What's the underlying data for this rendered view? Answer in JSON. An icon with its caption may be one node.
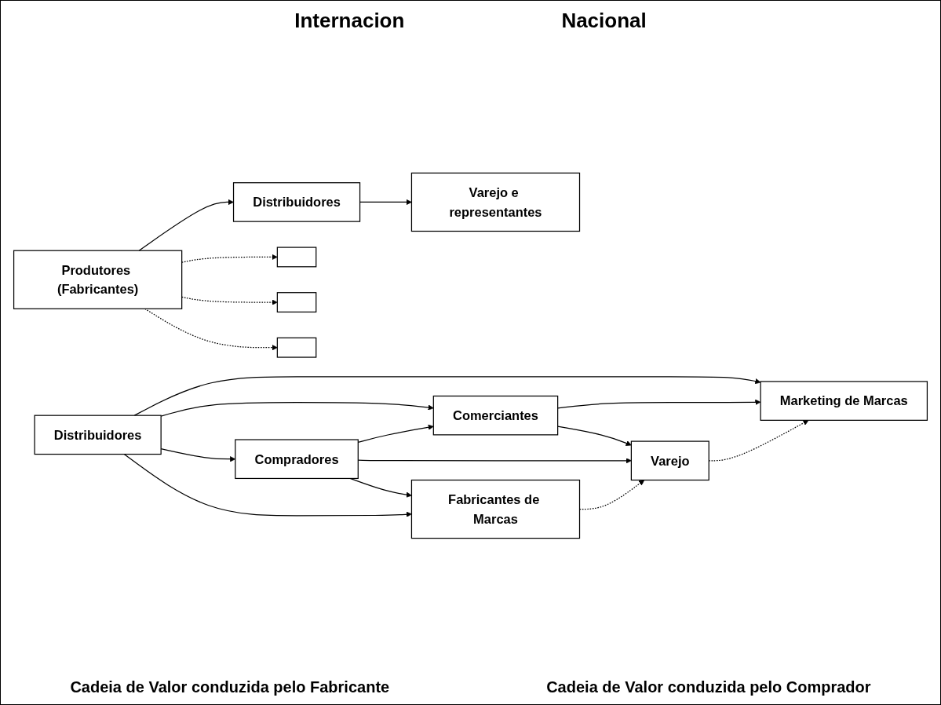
{
  "diagram": {
    "nodes": [
      {
        "text": [
          "Produtores (Fabricantes)"
        ]
      },
      {
        "text": [
          "Distribuidores"
        ]
      },
      {
        "text": [
          "Varejo e representantes"
        ]
      },
      {
        "text": [],
        "shape": "box"
      },
      {
        "text": [],
        "shape": "box"
      },
      {
        "text": [],
        "shape": "box"
      },
      {
        "text": [
          "Distribuidores"
        ]
      },
      {
        "text": [
          "Comerciantes"
        ]
      },
      {
        "text": [
          "Compradores"
        ]
      },
      {
        "text": [
          "Marketing de Marcas"
        ]
      },
      {
        "text": [
          "Varejo"
        ]
      },
      {
        "text": [
          "Fabricantes de Marcas"
        ]
      }
    ],
    "edges": [
      {
        "from": 0,
        "to": 1,
        "arrow": "to"
      },
      {
        "from": 1,
        "to": 2,
        "arrow": "to"
      },
      {
        "from": 0,
        "to": 3,
        "arrow": "to",
        "style": "dashed"
      },
      {
        "from": 0,
        "to": 4,
        "arrow": "to",
        "style": "dashed"
      },
      {
        "from": 0,
        "to": 5,
        "arrow": "to",
        "style": "dashed"
      },
      {
        "from": 6,
        "to": 9,
        "arrow": "to"
      },
      {
        "from": 6,
        "to": 7,
        "arrow": "to"
      },
      {
        "from": 6,
        "to": 8,
        "arrow": "to"
      },
      {
        "from": 6,
        "to": 11,
        "arrow": "to"
      },
      {
        "from": 8,
        "to": 7,
        "arrow": "to"
      },
      {
        "from": 7,
        "to": 9,
        "arrow": "to"
      },
      {
        "from": 7,
        "to": 10,
        "arrow": "to"
      },
      {
        "from": 8,
        "to": 10,
        "arrow": "to"
      },
      {
        "from": 8,
        "to": 11,
        "arrow": "to"
      },
      {
        "from": 10,
        "to": 9,
        "arrow": "to",
        "style": "dashed"
      },
      {
        "from": 11,
        "to": 10,
        "arrow": "to",
        "style": "dashed"
      }
    ],
    "labels": [
      "Cadeia de Valor conduzida pelo Fabricante",
      "Internacion",
      "Nacional",
      "Cadeia de Valor conduzida pelo Comprador"
    ]
  }
}
